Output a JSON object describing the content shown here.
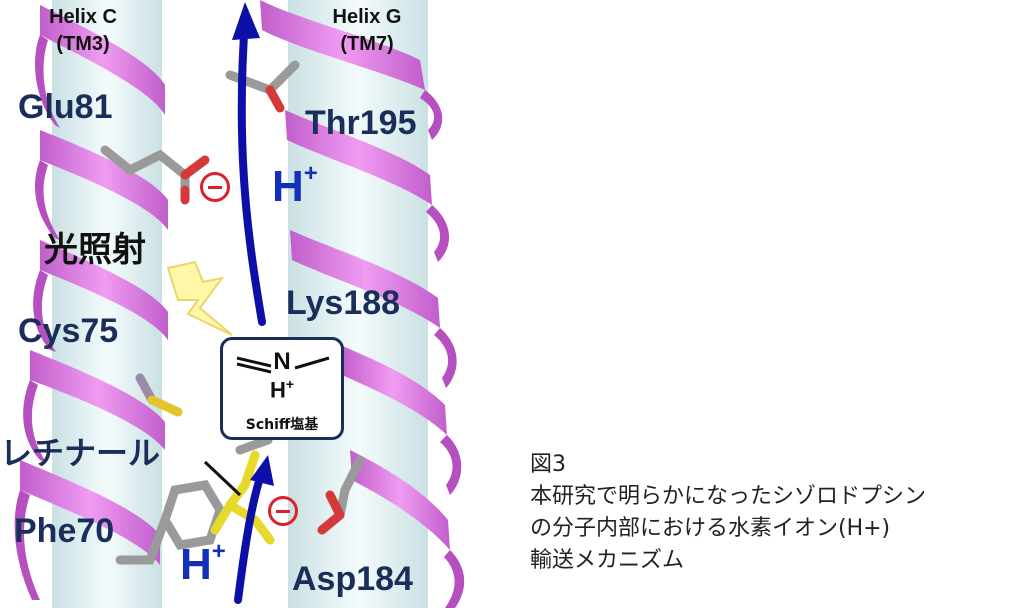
{
  "helix_left": {
    "line1": "Helix C",
    "line2": "(TM3)"
  },
  "helix_right": {
    "line1": "Helix G",
    "line2": "(TM7)"
  },
  "residues": {
    "glu": "Glu81",
    "thr": "Thr195",
    "lys": "Lys188",
    "cys": "Cys75",
    "phe": "Phe70",
    "asp": "Asp184"
  },
  "light_label": "光照射",
  "retinal_label": "レチナール",
  "proton_label": "H",
  "proton_charge": "+",
  "schiff": {
    "atom": "N",
    "proton": "H",
    "charge": "+",
    "name": "Schiff塩基"
  },
  "caption": {
    "line1": "図3",
    "line2": "本研究で明らかになったシゾロドプシン",
    "line3": "の分子内部における水素イオン(H+)",
    "line4": "輸送メカニズム"
  },
  "colors": {
    "helix": "#e47fe8",
    "helix_dark": "#b64fc0",
    "helix_inner": "#d8f0f2",
    "arrow": "#0c0fa8",
    "label": "#1a2e5a",
    "negative": "#d9222a",
    "lightning": "#fff7a8"
  }
}
